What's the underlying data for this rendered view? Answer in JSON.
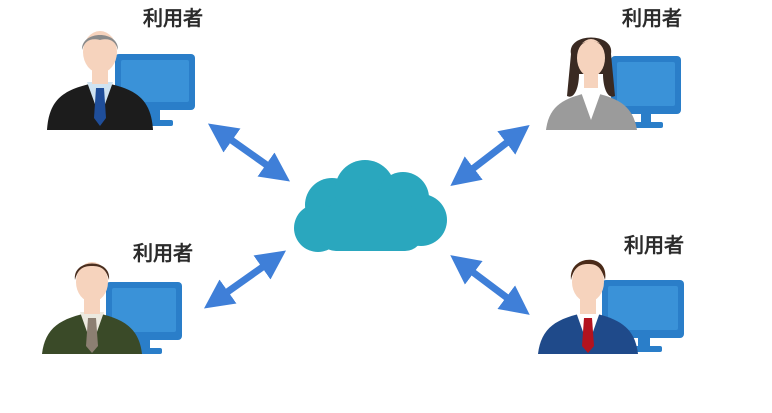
{
  "users": [
    {
      "label": "利用者",
      "gender": "male",
      "suit_color": "#1c1c1c",
      "tie_color": "#1f4e9a",
      "shirt_color": "#cfe3f1",
      "hair_color": "#8a8a8a"
    },
    {
      "label": "利用者",
      "gender": "female",
      "suit_color": "#9b9b9b",
      "tie_color": "",
      "shirt_color": "#ffffff",
      "hair_color": "#3a2a22"
    },
    {
      "label": "利用者",
      "gender": "male",
      "suit_color": "#3a4a28",
      "tie_color": "#8c7f72",
      "shirt_color": "#ece9df",
      "hair_color": "#4a2e1f"
    },
    {
      "label": "利用者",
      "gender": "male",
      "suit_color": "#1f4a8a",
      "tie_color": "#b3131f",
      "shirt_color": "#ffffff",
      "hair_color": "#4a2a18"
    }
  ],
  "colors": {
    "cloud": "#2aa7be",
    "arrow": "#3f7fd8",
    "monitor": "#2a7ec9",
    "skin": "#f6d3bd",
    "label": "#2b2b2b"
  },
  "icons": {
    "cloud": "cloud-icon",
    "arrow": "double-arrow-icon",
    "person": "businessperson-icon",
    "monitor": "monitor-icon"
  }
}
